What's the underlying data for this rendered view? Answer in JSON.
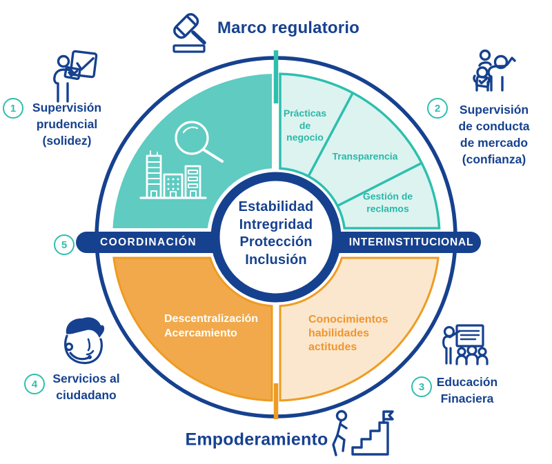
{
  "titles": {
    "top": "Marco regulatorio",
    "bottom": "Empoderamiento"
  },
  "center_circle": {
    "lines": [
      "Estabilidad",
      "Intregridad",
      "Protección",
      "Inclusión"
    ]
  },
  "axis_band": {
    "left": "COORDINACIÓN",
    "right": "INTERINSTITUCIONAL"
  },
  "quadrants": {
    "top_left": {
      "icon": "buildings-magnifier-icon"
    },
    "top_right": {
      "segments": [
        {
          "lines": [
            "Prácticas",
            "de",
            "negocio"
          ]
        },
        {
          "lines": [
            "Transparencia"
          ]
        },
        {
          "lines": [
            "Gestión de",
            "reclamos"
          ]
        }
      ]
    },
    "bottom_left": {
      "lines": [
        "Descentralización",
        "Acercamiento"
      ]
    },
    "bottom_right": {
      "lines": [
        "Conocimientos",
        "habilidades",
        "actitudes"
      ]
    }
  },
  "callouts": {
    "s1": {
      "number": "1",
      "lines": [
        "Supervisión",
        "prudencial",
        "(solidez)"
      ],
      "icon": "person-checklist-icon"
    },
    "s2": {
      "number": "2",
      "lines": [
        "Supervisión",
        "de conducta",
        "de mercado",
        "(confianza)"
      ],
      "icon": "group-raising-hand-icon"
    },
    "s3": {
      "number": "3",
      "lines": [
        "Educación",
        "Finaciera"
      ],
      "icon": "teacher-board-icon"
    },
    "s4": {
      "number": "4",
      "lines": [
        "Servicios al",
        "ciudadano"
      ],
      "icon": "headset-agent-icon"
    },
    "s5": {
      "number": "5"
    }
  },
  "icons_top_bottom": {
    "top": "gavel-icon",
    "bottom": "stairs-flag-icon"
  },
  "colors": {
    "navy": "#16418f",
    "teal": "#5fcbc1",
    "teal_accent": "#2dbfae",
    "teal_light": "#ddf3f0",
    "teal_text": "#29b8a8",
    "orange": "#f1a94b",
    "orange_accent": "#ee9b22",
    "orange_light": "#fbe7cd",
    "orange_text": "#f0952f",
    "white": "#ffffff"
  }
}
